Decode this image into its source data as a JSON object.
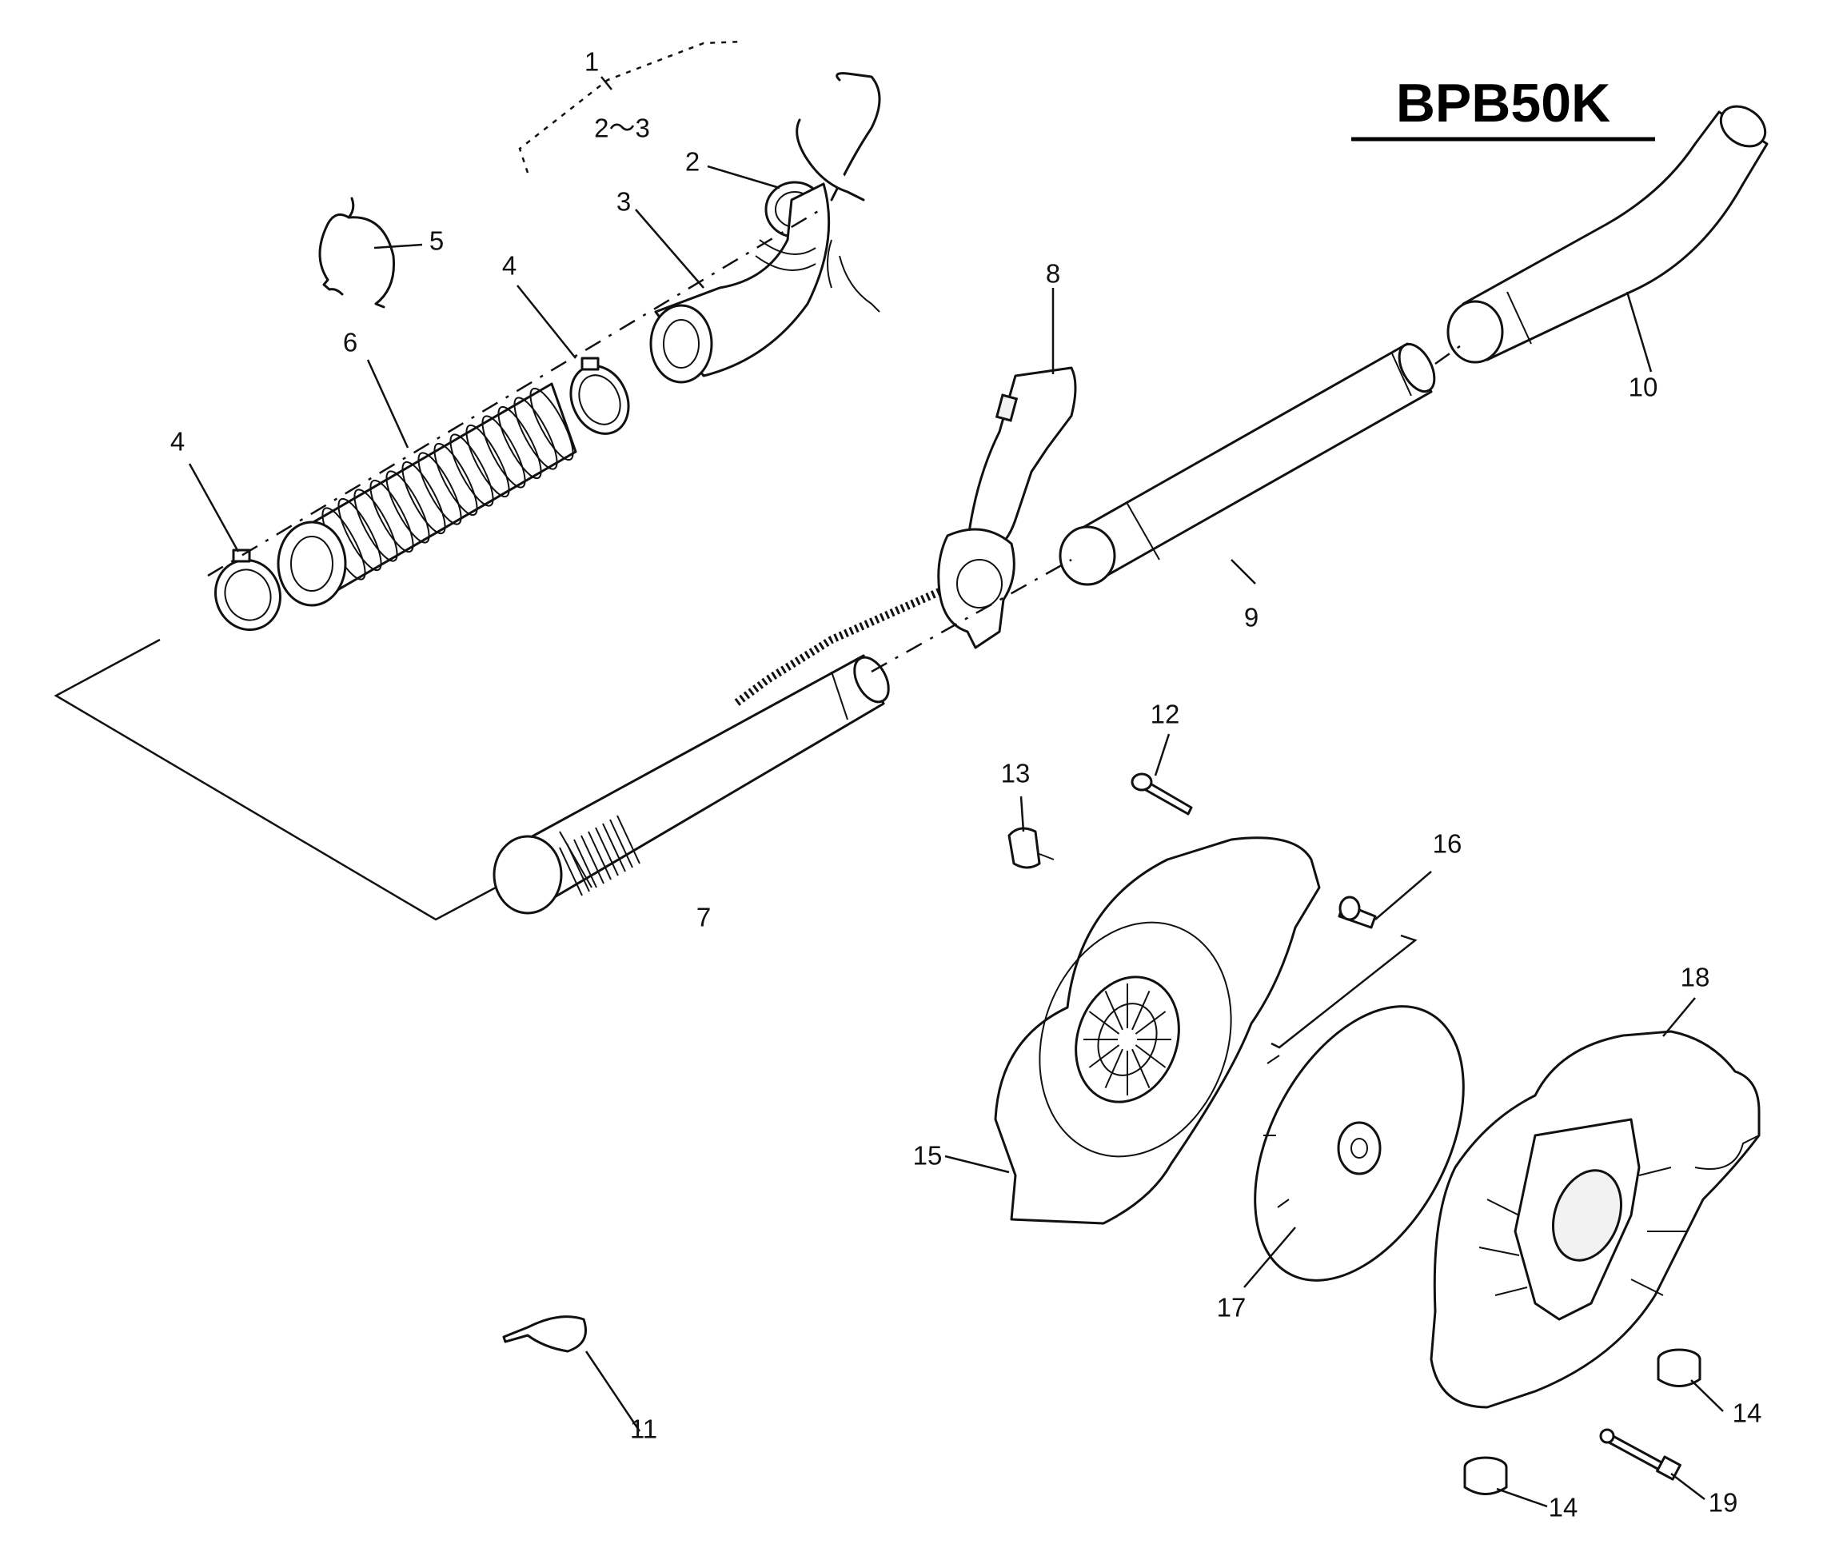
{
  "model": "BPB50K",
  "labels": {
    "p1": "1",
    "p1_sub": "2～3",
    "p2": "2",
    "p3": "3",
    "p4a": "4",
    "p4b": "4",
    "p5": "5",
    "p6": "6",
    "p7": "7",
    "p8": "8",
    "p9": "9",
    "p10": "10",
    "p11": "11",
    "p12": "12",
    "p13": "13",
    "p14a": "14",
    "p14b": "14",
    "p15": "15",
    "p16": "16",
    "p17": "17",
    "p18": "18",
    "p19": "19"
  }
}
